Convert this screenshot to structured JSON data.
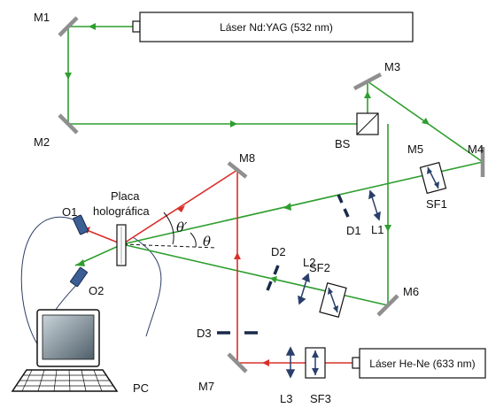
{
  "colors": {
    "green_beam": "#2e9e2e",
    "red_beam": "#d9302a",
    "mirror": "#8f8f8f",
    "lens_arrow": "#2a3f6b",
    "objective": "#3b5f95",
    "pc_screen": "#6f7f8a"
  },
  "laser_ndyag": {
    "label": "Láser Nd:YAG (532 nm)"
  },
  "laser_hene": {
    "label": "Láser He-Ne (633 nm)"
  },
  "mirrors": {
    "m1": "M1",
    "m2": "M2",
    "m3": "M3",
    "m4": "M4",
    "m5": "M5",
    "m6": "M6",
    "m7": "M7",
    "m8": "M8"
  },
  "beam_splitter": {
    "label": "BS"
  },
  "spatial_filters": {
    "sf1": "SF1",
    "sf2": "SF2",
    "sf3": "SF3"
  },
  "diaphragms": {
    "d1": "D1",
    "d2": "D2",
    "d3": "D3"
  },
  "lenses": {
    "l1": "L1",
    "l2": "L2",
    "l3": "L3"
  },
  "plate": {
    "line1": "Placa",
    "line2": "holográfica"
  },
  "objectives": {
    "o1": "O1",
    "o2": "O2"
  },
  "angles": {
    "theta_prime": "θ′",
    "theta": "θ"
  },
  "computer": {
    "label": "PC"
  }
}
